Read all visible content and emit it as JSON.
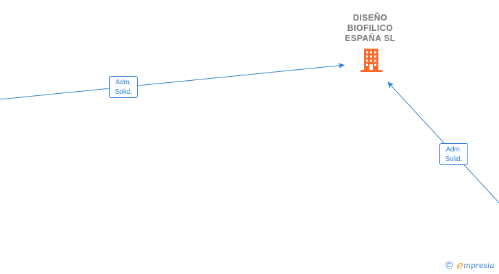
{
  "company": {
    "name_lines": [
      "DISEÑO",
      "BIOFILICO",
      "ESPAÑA  SL"
    ],
    "icon": "building-icon",
    "icon_color": "#ff6b2c"
  },
  "edges": [
    {
      "role_line1": "Adm.",
      "role_line2": "Solid.",
      "direction": "from-left"
    },
    {
      "role_line1": "Adm.",
      "role_line2": "Solid.",
      "direction": "from-bottom-right"
    }
  ],
  "colors": {
    "edge": "#2f7fd1",
    "label_text": "#2f7fd1",
    "company_text": "#777777"
  },
  "watermark": {
    "copyright_symbol": "©",
    "brand_initial": "e",
    "brand_rest": "mpresia",
    "brand_initial_color": "#f09a2e",
    "brand_color": "#2f7fd1"
  }
}
